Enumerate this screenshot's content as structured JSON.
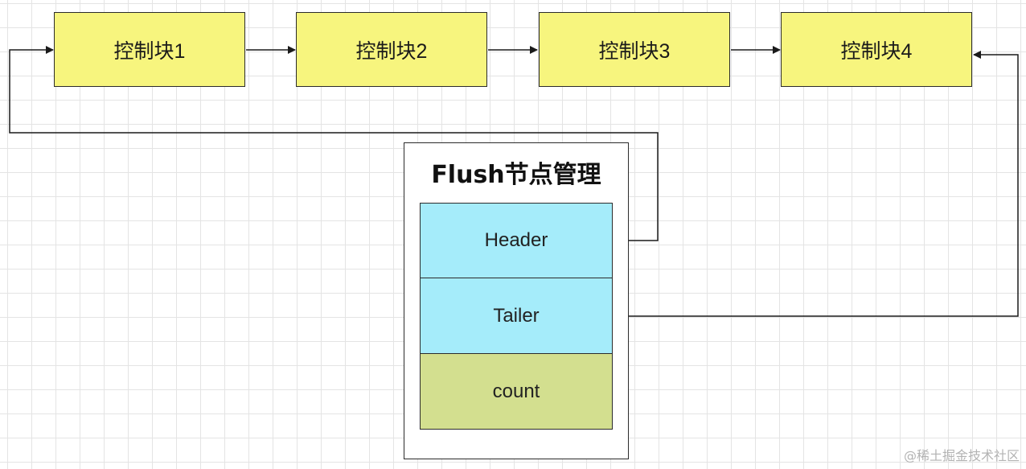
{
  "blocks": [
    {
      "label": "控制块1"
    },
    {
      "label": "控制块2"
    },
    {
      "label": "控制块3"
    },
    {
      "label": "控制块4"
    }
  ],
  "flush_manager": {
    "title": "Flush节点管理",
    "fields": {
      "header": "Header",
      "tailer": "Tailer",
      "count": "count"
    },
    "header_points_to": "控制块1",
    "tailer_points_to": "控制块4"
  },
  "colors": {
    "block_fill": "#f7f57e",
    "pointer_field_fill": "#a5ecfa",
    "count_field_fill": "#d3df8f",
    "stroke": "#2b2b2b",
    "grid": "#e4e4e4"
  },
  "watermark": "@稀土掘金技术社区"
}
